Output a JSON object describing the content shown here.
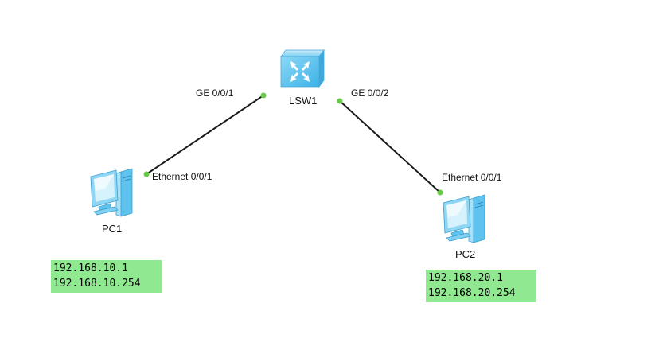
{
  "topology": {
    "switch": {
      "name": "LSW1",
      "icon": "switch-icon",
      "ports": [
        "GE 0/0/1",
        "GE 0/0/2"
      ]
    },
    "pc1": {
      "name": "PC1",
      "icon": "pc-icon",
      "port": "Ethernet 0/0/1",
      "ip": "192.168.10.1",
      "gateway": "192.168.10.254"
    },
    "pc2": {
      "name": "PC2",
      "icon": "pc-icon",
      "port": "Ethernet 0/0/1",
      "ip": "192.168.20.1",
      "gateway": "192.168.20.254"
    }
  },
  "colors": {
    "link": "#1a1a1a",
    "port_dot": "#66cc44",
    "ip_box": "#90e890",
    "device_blue": "#5ec3ee"
  }
}
